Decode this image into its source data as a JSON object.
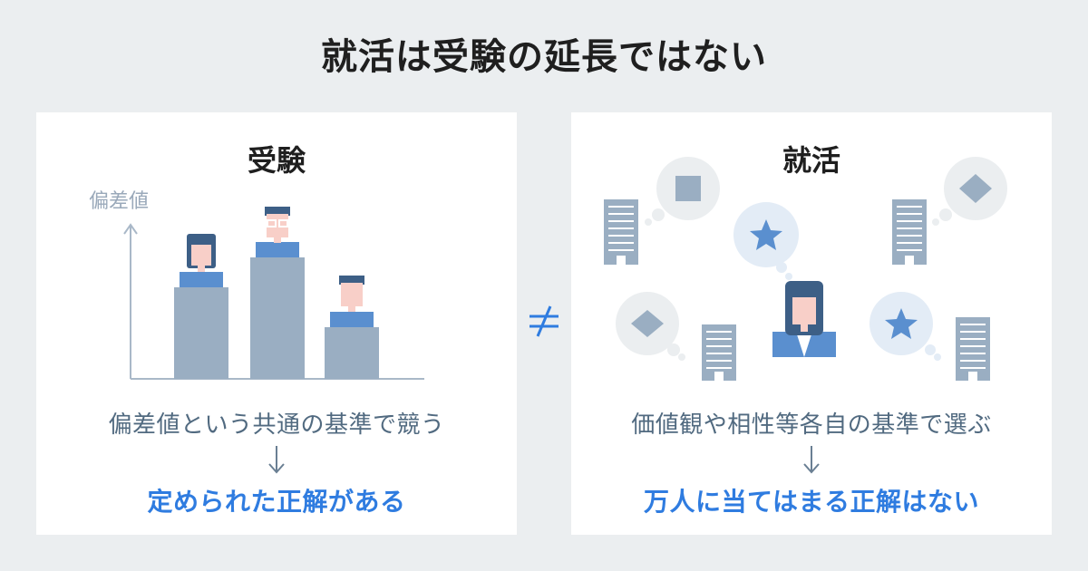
{
  "title": "就活は受験の延長ではない",
  "exam": {
    "heading": "受験",
    "axis_label": "偏差値",
    "criterion": "偏差値という共通の基準で競う",
    "conclusion": "定められた正解がある"
  },
  "job": {
    "heading": "就活",
    "criterion": "価値観や相性等各自の基準で選ぶ",
    "conclusion": "万人に当てはまる正解はない"
  },
  "relation_symbol": "not-equal",
  "colors": {
    "background": "#ebeef0",
    "panel": "#ffffff",
    "accent_blue": "#2f7ce0",
    "criterion_text": "#516a80",
    "bar": "#9aaec2",
    "shirt": "#5a8fcf",
    "hair": "#3d5f86",
    "skin": "#f8cfc8"
  }
}
